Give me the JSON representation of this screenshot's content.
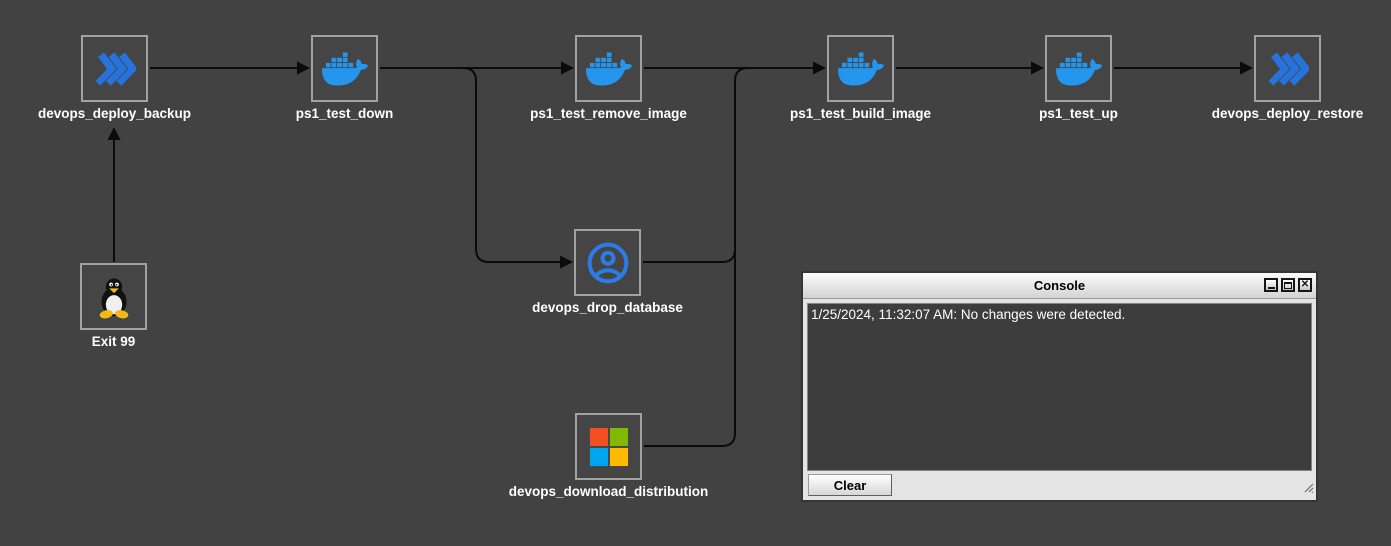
{
  "canvas": {
    "background_color": "#424242",
    "edge_color": "#0b0b0b",
    "node_border_color": "#a2a2a2"
  },
  "nodes": [
    {
      "id": "devops_deploy_backup",
      "label": "devops_deploy_backup",
      "icon": "chevrons-icon"
    },
    {
      "id": "ps1_test_down",
      "label": "ps1_test_down",
      "icon": "docker-icon"
    },
    {
      "id": "ps1_test_remove_image",
      "label": "ps1_test_remove_image",
      "icon": "docker-icon"
    },
    {
      "id": "ps1_test_build_image",
      "label": "ps1_test_build_image",
      "icon": "docker-icon"
    },
    {
      "id": "ps1_test_up",
      "label": "ps1_test_up",
      "icon": "docker-icon"
    },
    {
      "id": "devops_deploy_restore",
      "label": "devops_deploy_restore",
      "icon": "chevrons-icon"
    },
    {
      "id": "exit_99",
      "label": "Exit 99",
      "icon": "tux-icon"
    },
    {
      "id": "devops_drop_database",
      "label": "devops_drop_database",
      "icon": "user-circle-icon"
    },
    {
      "id": "devops_download_distribution",
      "label": "devops_download_distribution",
      "icon": "microsoft-icon"
    }
  ],
  "edges": [
    {
      "from": "devops_deploy_backup",
      "to": "ps1_test_down"
    },
    {
      "from": "ps1_test_down",
      "to": "ps1_test_remove_image"
    },
    {
      "from": "ps1_test_down",
      "to": "devops_drop_database"
    },
    {
      "from": "ps1_test_remove_image",
      "to": "ps1_test_build_image"
    },
    {
      "from": "devops_drop_database",
      "to": "ps1_test_build_image"
    },
    {
      "from": "devops_download_distribution",
      "to": "ps1_test_build_image"
    },
    {
      "from": "ps1_test_build_image",
      "to": "ps1_test_up"
    },
    {
      "from": "ps1_test_up",
      "to": "devops_deploy_restore"
    },
    {
      "from": "exit_99",
      "to": "devops_deploy_backup"
    }
  ],
  "icon_colors": {
    "docker_blue": "#2496ED",
    "chevron_blue": "#2673DB",
    "user_circle_blue": "#2B7CE9",
    "microsoft": {
      "top_left": "#F25022",
      "top_right": "#7FBA00",
      "bottom_left": "#00A4EF",
      "bottom_right": "#FFB900"
    },
    "tux": {
      "body": "#111111",
      "belly": "#efefef",
      "beak_feet": "#F5B915"
    }
  },
  "console": {
    "title": "Console",
    "window_buttons": [
      "minimize",
      "maximize",
      "close"
    ],
    "log_line": "1/25/2024, 11:32:07 AM: No changes were detected.",
    "clear_label": "Clear"
  }
}
